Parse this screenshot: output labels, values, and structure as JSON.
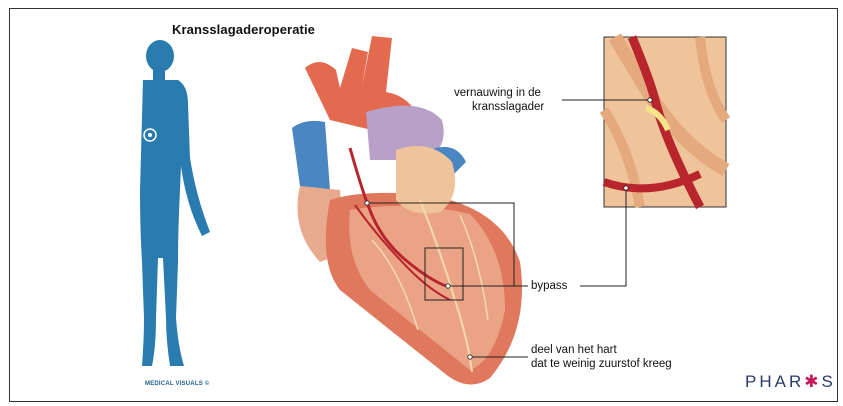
{
  "title": "Kransslagaderoperatie",
  "labels": {
    "narrowing_line1": "vernauwing in de",
    "narrowing_line2": "kransslagader",
    "bypass": "bypass",
    "heart_part_line1": "deel van het hart",
    "heart_part_line2": "dat te weinig zuurstof kreeg"
  },
  "credit": "MEDICAL VISUALS ©",
  "logo": {
    "prefix": "PHAR",
    "star": "✱",
    "suffix": "S"
  },
  "colors": {
    "body": "#2a7bb0",
    "heart_red": "#c94a3b",
    "heart_light": "#f3c9a6",
    "vessel": "#b8252c",
    "aorta_purple": "#b9a0c9",
    "vein_blue": "#4a86c2",
    "logo_blue": "#2a3b6b",
    "logo_pink": "#c2185b"
  }
}
